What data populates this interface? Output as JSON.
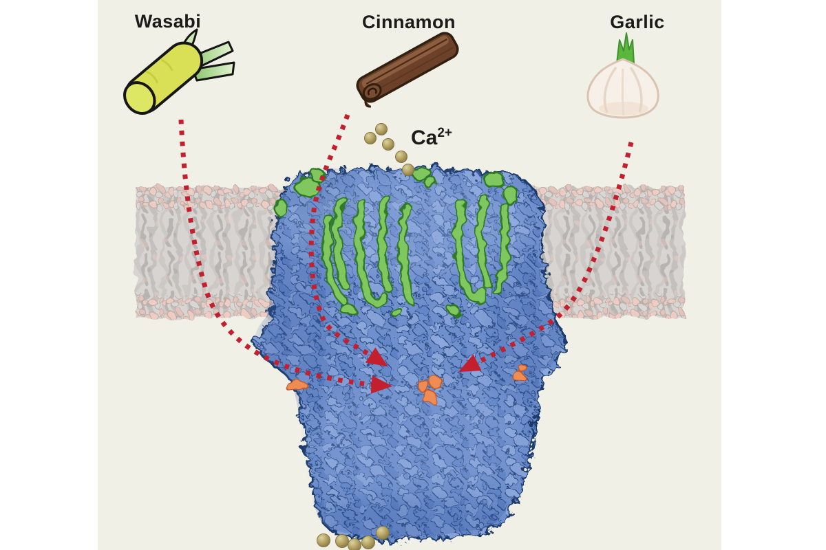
{
  "figure": {
    "labels": {
      "wasabi": "Wasabi",
      "cinnamon": "Cinnamon",
      "garlic": "Garlic"
    },
    "calcium": {
      "symbol": "Ca",
      "charge": "2+",
      "ions_above_channel": 5,
      "ions_below_channel": 5
    },
    "icons": {
      "wasabi": "wasabi-root-icon",
      "cinnamon": "cinnamon-stick-icon",
      "garlic": "garlic-bulb-icon",
      "calcium_ion": "calcium-ion-sphere",
      "arrow": "red-dashed-pathway-arrow"
    },
    "colors": {
      "panel_background": "#f0f0e6",
      "arrow_red": "#c2202f",
      "protein_blue": "#7090cd",
      "membrane_gray": "#d7d4d1",
      "lipid_head_pink": "#ecccc3",
      "ligand_green": "#80c761",
      "binding_site_orange": "#ef8c52",
      "calcium_gold": "#b3a263"
    }
  }
}
